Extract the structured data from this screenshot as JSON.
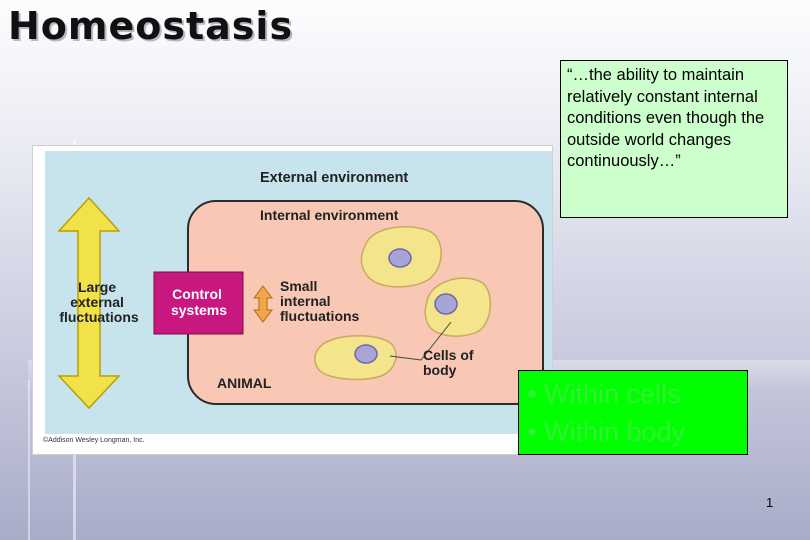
{
  "slide": {
    "title": "Homeostasis",
    "definition": "“…the ability to maintain relatively constant internal conditions even though the outside world changes continuously…”",
    "bullets": [
      "Within cells",
      "Within body"
    ],
    "page_number": "1"
  },
  "figure": {
    "external_label": "External environment",
    "internal_label": "Internal environment",
    "large_label": [
      "Large",
      "external",
      "fluctuations"
    ],
    "control_label": [
      "Control",
      "systems"
    ],
    "small_label": [
      "Small",
      "internal",
      "fluctuations"
    ],
    "cells_label": [
      "Cells of",
      "body"
    ],
    "animal_label": "ANIMAL",
    "copyright": "©Addison Wesley Longman, Inc.",
    "colors": {
      "background": "#c7e3ec",
      "animal_fill": "#f8c8b5",
      "animal_border": "#2b2b2b",
      "arrow_fill": "#f2e24a",
      "control_fill": "#c8177e",
      "cell_fill": "#f4e58c",
      "nucleus_fill": "#a9a4d6"
    },
    "icons": [
      "double-arrow-icon",
      "small-double-arrow-icon",
      "cell-icon"
    ]
  }
}
